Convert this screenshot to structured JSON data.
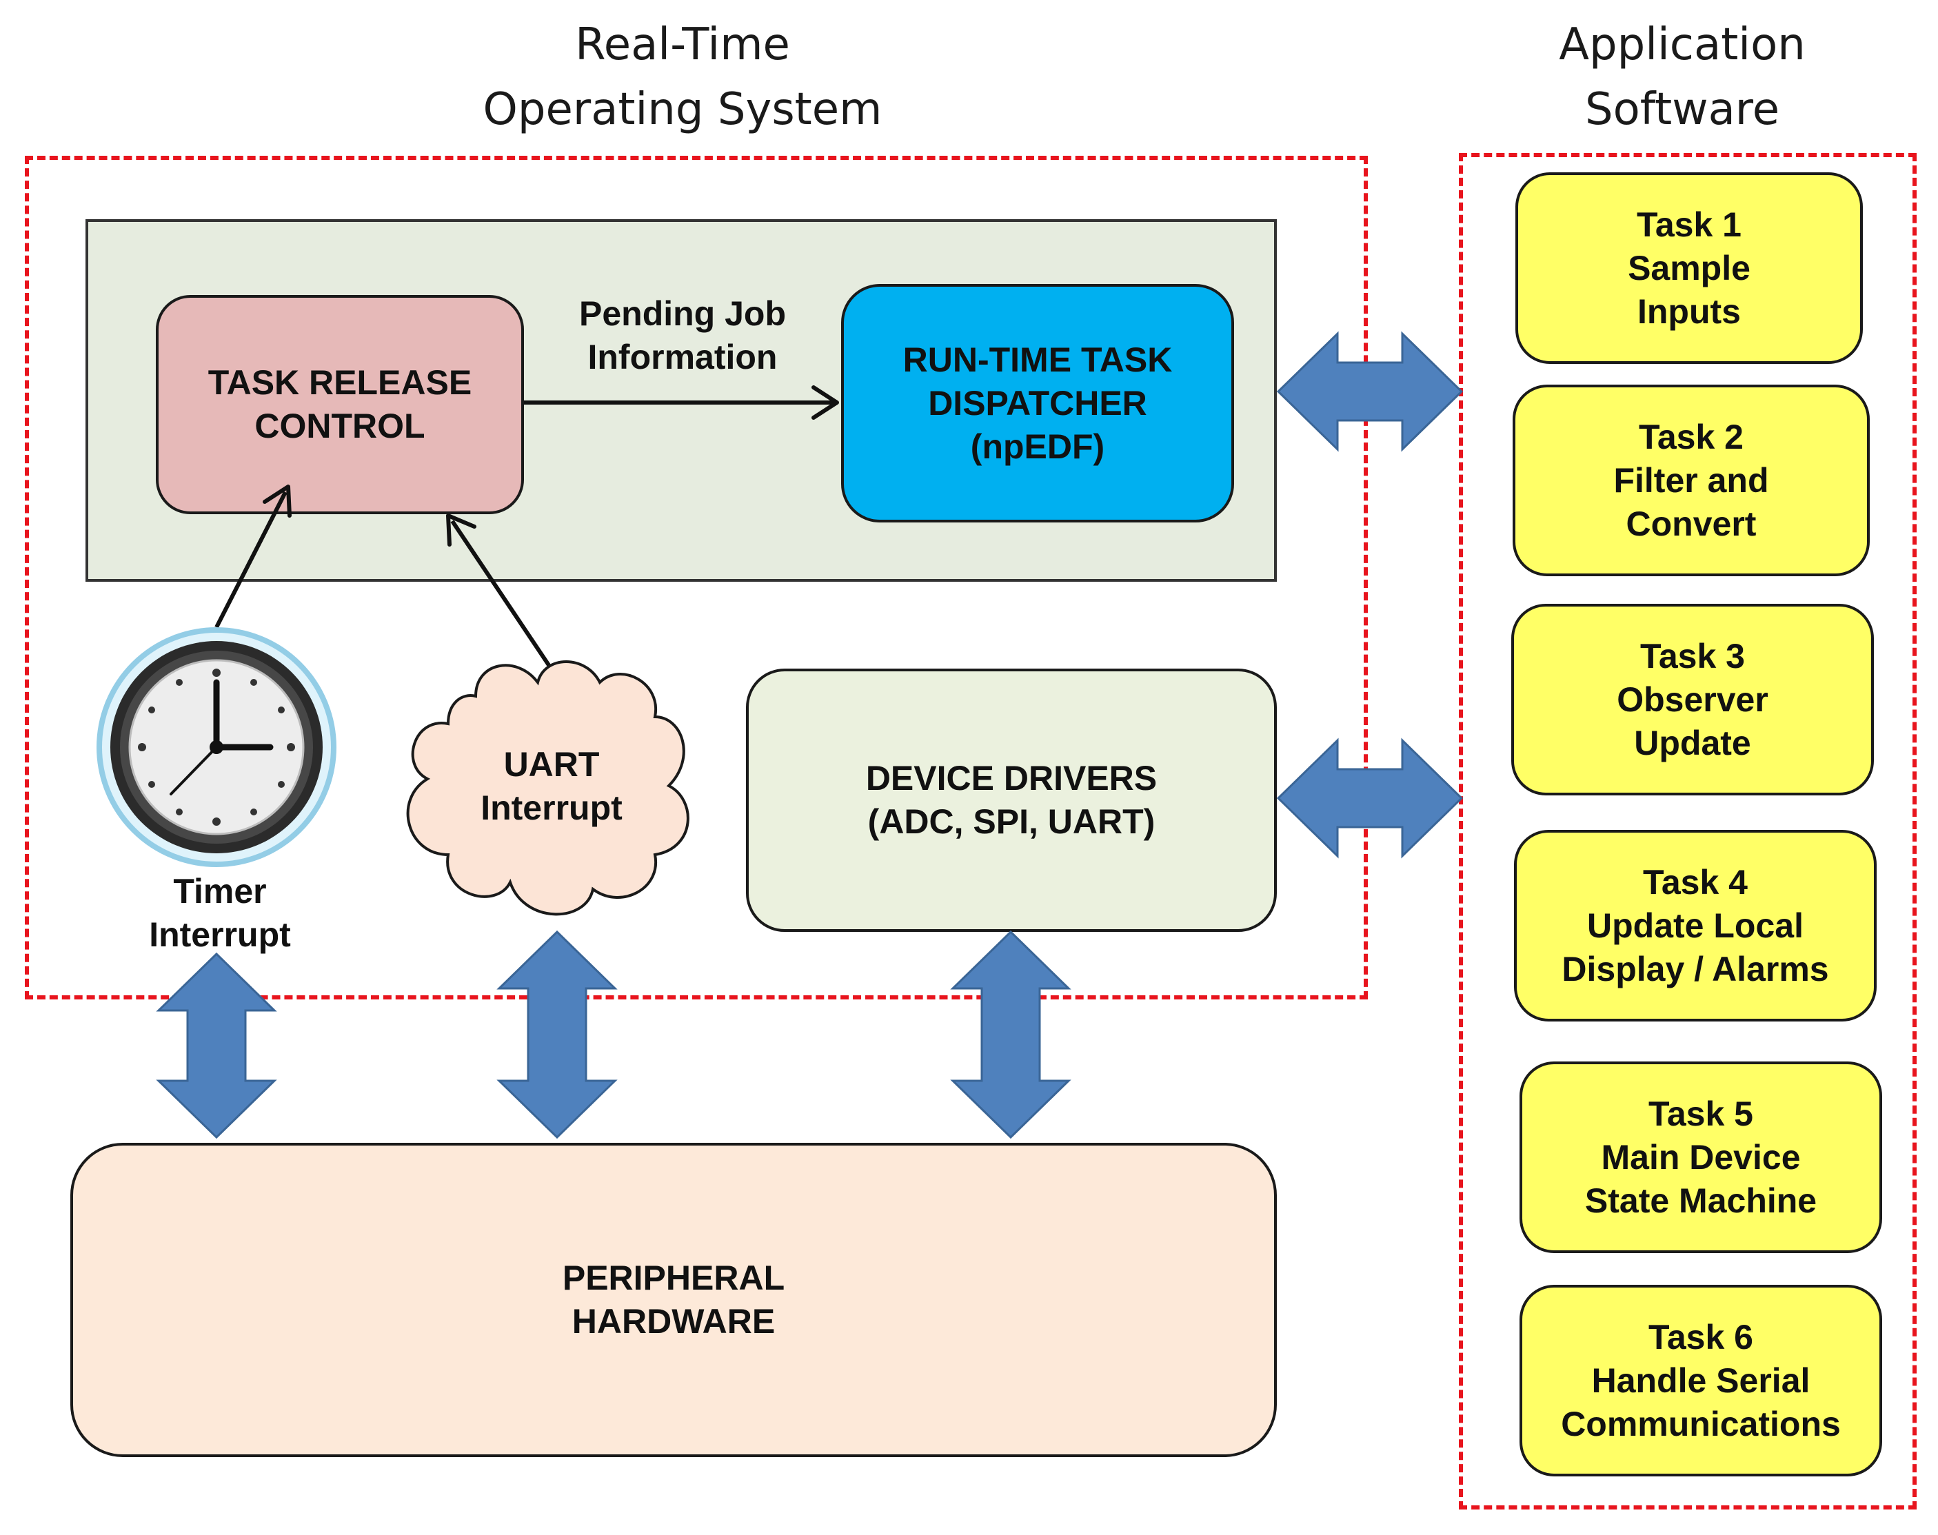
{
  "headings": {
    "rtos": [
      "Real-Time",
      "Operating System"
    ],
    "app": [
      "Application",
      "Software"
    ]
  },
  "blocks": {
    "task_release": [
      "TASK RELEASE",
      "CONTROL"
    ],
    "dispatcher": [
      "RUN-TIME TASK",
      "DISPATCHER",
      "(npEDF)"
    ],
    "drivers": [
      "DEVICE DRIVERS",
      "(ADC, SPI, UART)"
    ],
    "peripheral": [
      "PERIPHERAL",
      "HARDWARE"
    ]
  },
  "labels": {
    "pending_job": [
      "Pending Job",
      "Information"
    ],
    "uart_interrupt": [
      "UART",
      "Interrupt"
    ],
    "timer_interrupt": [
      "Timer",
      "Interrupt"
    ]
  },
  "tasks": [
    [
      "Task 1",
      "Sample",
      "Inputs"
    ],
    [
      "Task 2",
      "Filter and",
      "Convert"
    ],
    [
      "Task 3",
      "Observer",
      "Update"
    ],
    [
      "Task 4",
      "Update Local",
      "Display / Alarms"
    ],
    [
      "Task 5",
      "Main Device",
      "State Machine"
    ],
    [
      "Task 6",
      "Handle Serial",
      "Communications"
    ]
  ],
  "colors": {
    "dashed_border": "#e8141d",
    "scheduler_panel": "#e6ecdf",
    "task_release": "#e6b9b8",
    "dispatcher": "#00b0f0",
    "drivers": "#ebf1de",
    "peripheral": "#fde9d9",
    "uart_cloud": "#fce4d6",
    "task_fill": "#ffff66",
    "block_arrow": "#4f81bd"
  }
}
